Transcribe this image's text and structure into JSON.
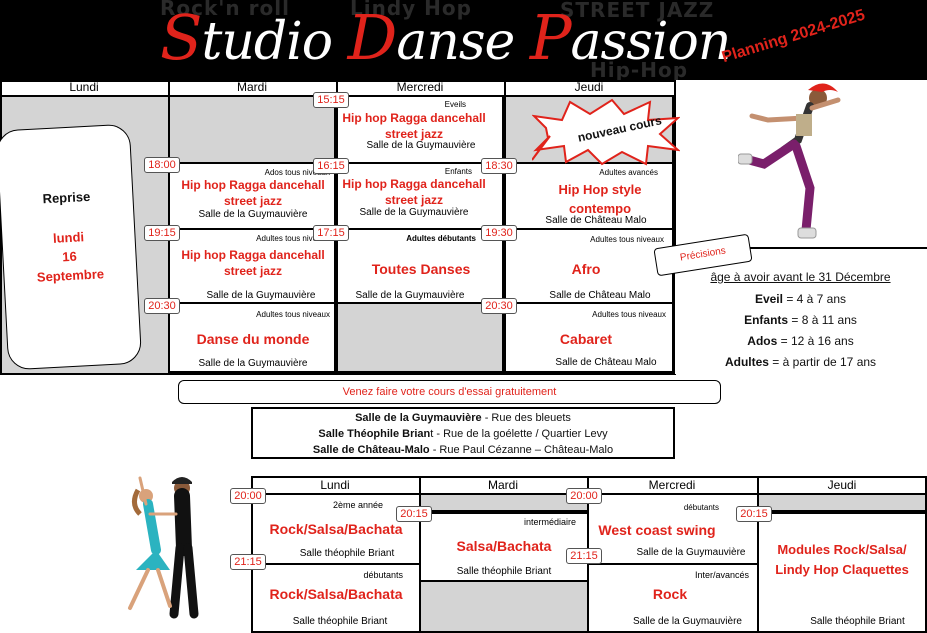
{
  "header": {
    "title_parts": [
      "S",
      "tudio ",
      "D",
      "anse ",
      "P",
      "assion"
    ],
    "background_words": [
      "Rock'n roll",
      "Lindy Hop",
      "STREET JAZZ",
      "Hip-Hop"
    ],
    "planning_label": "Planning 2024-2025"
  },
  "schedule_top": {
    "days": [
      "Lundi",
      "Mardi",
      "Mercredi",
      "Jeudi"
    ],
    "reprise": {
      "title": "Reprise",
      "date_lines": [
        "lundi",
        "16",
        "Septembre"
      ]
    },
    "times": [
      "15:15",
      "18:00",
      "16:15",
      "18:30",
      "19:15",
      "17:15",
      "19:30",
      "20:30",
      "20:30"
    ],
    "courses": [
      {
        "level": "Eveils",
        "name_lines": [
          "Hip hop Ragga dancehall",
          "street jazz"
        ],
        "room": "Salle de la Guymauvière"
      },
      {
        "level": "Ados tous niveaux",
        "name_lines": [
          "Hip hop Ragga dancehall",
          "street jazz"
        ],
        "room": "Salle de la Guymauvière"
      },
      {
        "level": "Enfants",
        "name_lines": [
          "Hip hop Ragga dancehall",
          "street jazz"
        ],
        "room": "Salle de la Guymauvière"
      },
      {
        "level": "Adultes avancés",
        "name_lines": [
          "Hip Hop style",
          "contempo"
        ],
        "room": "Salle de Château Malo"
      },
      {
        "level": "Adultes tous niveaux",
        "name_lines": [
          "Hip hop Ragga dancehall",
          "street jazz"
        ],
        "room": "Salle de la Guymauvière"
      },
      {
        "level": "Adultes débutants",
        "name_lines": [
          "Toutes Danses"
        ],
        "room": "Salle de la Guymauvière"
      },
      {
        "level": "Adultes tous niveaux",
        "name_lines": [
          "Afro"
        ],
        "room": "Salle de Château Malo"
      },
      {
        "level": "Adultes tous niveaux",
        "name_lines": [
          "Danse du monde"
        ],
        "room": "Salle de la Guymauvière"
      },
      {
        "level": "Adultes tous niveaux",
        "name_lines": [
          "Cabaret"
        ],
        "room": "Salle de Château Malo"
      }
    ],
    "nouveau": "nouveau cours"
  },
  "precisions": {
    "tag": "Précisions",
    "heading": "âge à avoir avant le 31 Décembre",
    "rows": [
      {
        "label": "Eveil",
        "value": " = 4 à 7 ans"
      },
      {
        "label": "Enfants",
        "value": " = 8 à 11 ans"
      },
      {
        "label": "Ados",
        "value": " = 12 à 16 ans"
      },
      {
        "label": "Adultes",
        "value": " = à partir de 17 ans"
      }
    ]
  },
  "essai": "Venez faire votre cours d'essai gratuitement",
  "rooms": [
    {
      "name": "Salle de la Guymauvière",
      "addr": " - Rue des bleuets"
    },
    {
      "name": "Salle Théophile Brian",
      "addr": "t - Rue de la goélette / Quartier Levy"
    },
    {
      "name": "Salle de Château-Malo",
      "addr": " - Rue Paul Cézanne – Château-Malo"
    }
  ],
  "schedule_bottom": {
    "days": [
      "Lundi",
      "Mardi",
      "Mercredi",
      "Jeudi"
    ],
    "times": [
      "20:00",
      "20:15",
      "20:00",
      "20:15",
      "21:15",
      "21:15"
    ],
    "courses": [
      {
        "level": "2ème année",
        "name_lines": [
          "Rock/Salsa/Bachata"
        ],
        "room": "Salle théophile Briant"
      },
      {
        "level": "débutants",
        "name_lines": [
          "Rock/Salsa/Bachata"
        ],
        "room": "Salle théophile Briant"
      },
      {
        "level": "intermédiaire",
        "name_lines": [
          "Salsa/Bachata"
        ],
        "room": "Salle théophile Briant"
      },
      {
        "level": "débutants",
        "name_lines": [
          "West coast swing"
        ],
        "room": "Salle de la Guymauvière"
      },
      {
        "level": "Inter/avancés",
        "name_lines": [
          "Rock"
        ],
        "room": "Salle de la Guymauvière"
      },
      {
        "level": "",
        "name_lines": [
          "Modules Rock/Salsa/",
          "Lindy Hop Claquettes"
        ],
        "room": "Salle théophile Briant"
      }
    ]
  },
  "colors": {
    "accent": "#e0231b",
    "cell_gray": "#d4d4d4",
    "header_bg": "#000000"
  }
}
